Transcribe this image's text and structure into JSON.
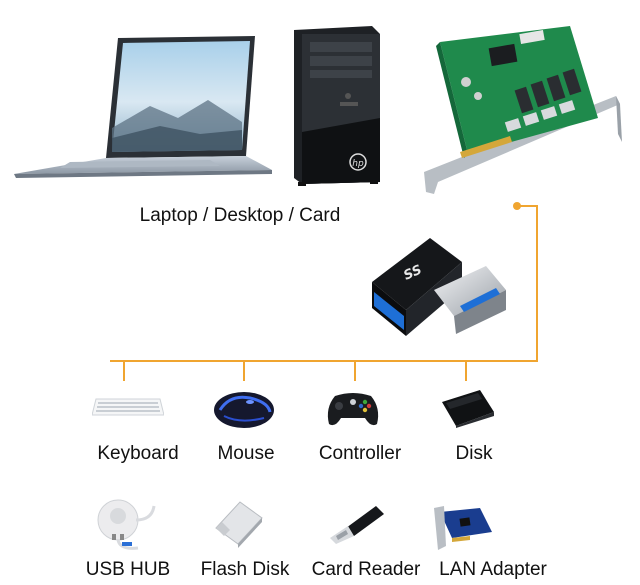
{
  "caption": "Laptop / Desktop / Card",
  "connector_text": "SS",
  "line_color": "#f0a530",
  "devices_row1": [
    "Keyboard",
    "Mouse",
    "Controller",
    "Disk"
  ],
  "devices_row2": [
    "USB HUB",
    "Flash Disk",
    "Card Reader",
    "LAN Adapter"
  ],
  "hosts": [
    "laptop-image",
    "desktop-tower-image",
    "pcie-usb-card-image"
  ],
  "hp_logo_text": "hp"
}
